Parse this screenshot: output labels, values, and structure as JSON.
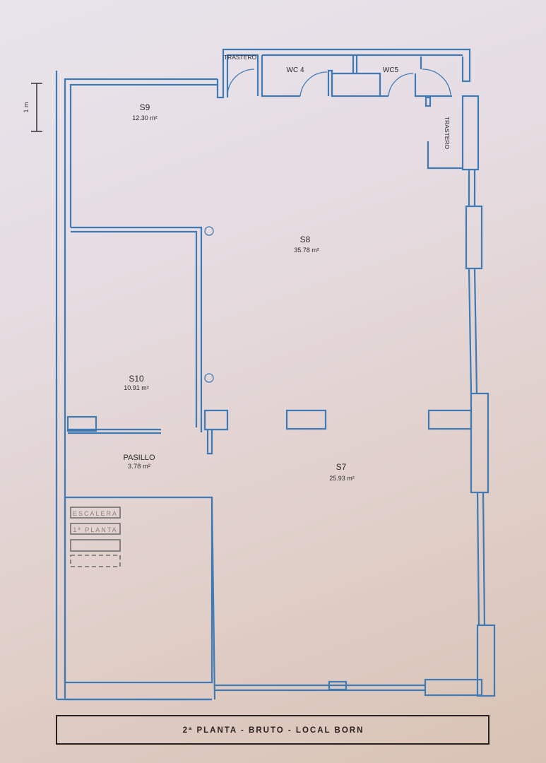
{
  "plan": {
    "scale_label": "1 m",
    "rooms": {
      "trastero_top": "TRASTERO",
      "wc4": "WC 4",
      "wc5": "WC5",
      "trastero_right": "TRASTERO",
      "s9": {
        "name": "S9",
        "area": "12.30 m²"
      },
      "s8": {
        "name": "S8",
        "area": "35.78 m²"
      },
      "s10": {
        "name": "S10",
        "area": "10.91 m²"
      },
      "pasillo": {
        "name": "PASILLO",
        "area": "3.78 m²"
      },
      "s7": {
        "name": "S7",
        "area": "25.93 m²"
      }
    },
    "stairs": {
      "line1": "ESCALERA",
      "line2": "1ª PLANTA"
    },
    "title": "2ª PLANTA - BRUTO - LOCAL BORN"
  },
  "colors": {
    "wall": "#3f7ab5",
    "text": "#2a2a2a"
  }
}
